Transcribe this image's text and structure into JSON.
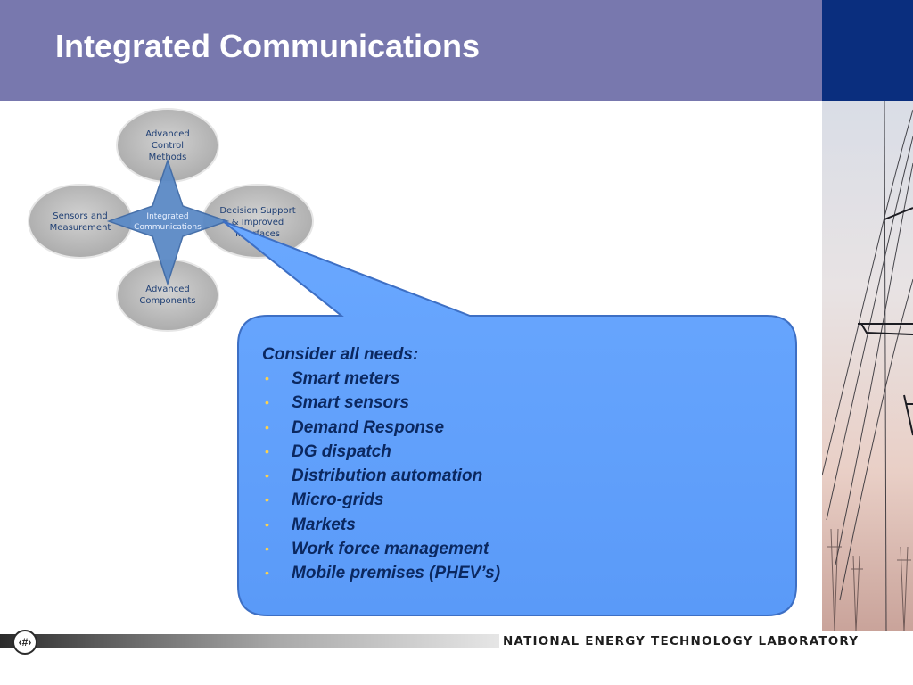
{
  "slide": {
    "title": "Integrated Communications",
    "page_number": "‹#›"
  },
  "diagram": {
    "center": "Integrated Communications",
    "top": "Advanced Control Methods",
    "left": "Sensors and Measurement",
    "right": "Decision Support & Improved Interfaces",
    "bottom": "Advanced Components"
  },
  "callout": {
    "heading": "Consider all needs:",
    "items": [
      "Smart meters",
      "Smart sensors",
      "Demand Response",
      "DG dispatch",
      "Distribution automation",
      "Micro-grids",
      "Markets",
      "Work force management",
      "Mobile premises (PHEV’s)"
    ]
  },
  "footer": {
    "logo_text": "NATIONAL ENERGY TECHNOLOGY LABORATORY"
  },
  "colors": {
    "header_band": "#7878ae",
    "corner_block": "#0a2e7e",
    "callout_fill": "#5ea0ff",
    "callout_text": "#0b2860",
    "bullet": "#ffd24a",
    "circle_fill": "#b8b8b8",
    "star_fill": "#5b8ac6"
  }
}
